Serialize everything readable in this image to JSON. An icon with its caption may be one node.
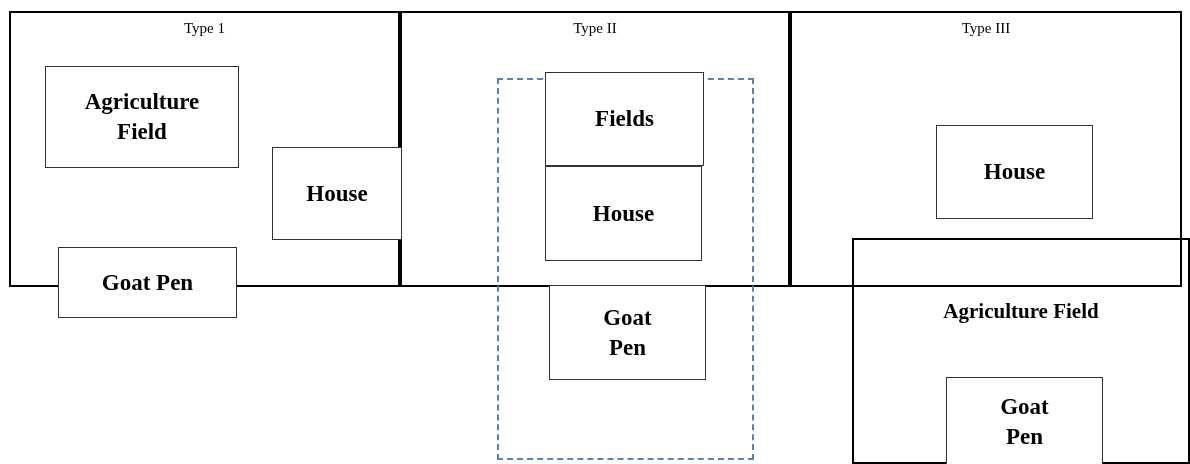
{
  "diagram": {
    "nodes": [
      {
        "text": [
          "Type 1"
        ]
      },
      {
        "text": [
          "Agriculture Field"
        ],
        "in": 0
      },
      {
        "text": [
          "House"
        ],
        "in": 0
      },
      {
        "text": [
          "Goat Pen"
        ]
      },
      {
        "text": [
          "Type II"
        ]
      },
      {
        "text": [],
        "shape": "box"
      },
      {
        "text": [
          "Fields"
        ]
      },
      {
        "text": [
          "House"
        ]
      },
      {
        "text": [
          "Goat Pen"
        ],
        "in": 5
      },
      {
        "text": [
          "Type III"
        ]
      },
      {
        "text": [
          "House"
        ],
        "in": 9
      },
      {
        "text": [
          "Agriculture Field"
        ]
      },
      {
        "text": [
          "Goat Pen"
        ],
        "in": 11
      }
    ]
  }
}
